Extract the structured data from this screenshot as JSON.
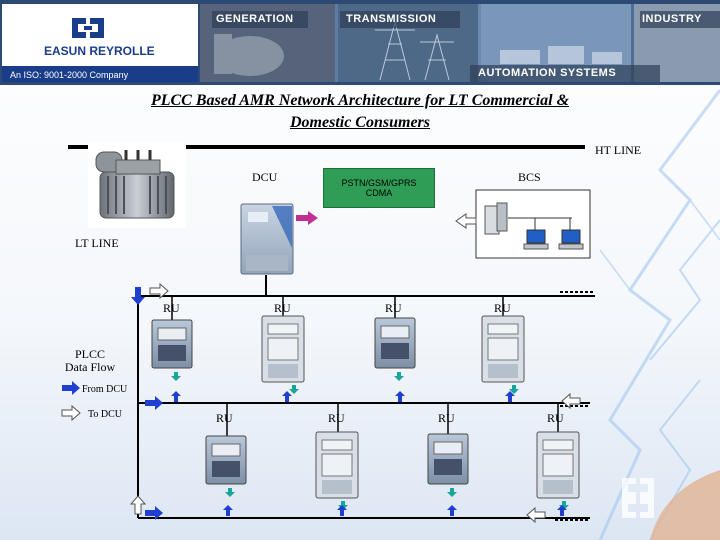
{
  "header": {
    "company": "EASUN REYROLLE",
    "iso": "An ISO: 9001-2000 Company",
    "banners": [
      "GENERATION",
      "TRANSMISSION",
      "INDUSTRY",
      "AUTOMATION SYSTEMS"
    ]
  },
  "diagram": {
    "title_line1": "PLCC Based AMR Network Architecture for LT Commercial &",
    "title_line2": "Domestic Consumers",
    "ht_line": "HT LINE",
    "lt_line": "LT LINE",
    "dcu": "DCU",
    "bcs": "BCS",
    "pstn_line1": "PSTN/GSM/GPRS",
    "pstn_line2": "CDMA",
    "ru_label": "RU"
  },
  "legend": {
    "title_line1": "PLCC",
    "title_line2": "Data Flow",
    "from_dcu": "From DCU",
    "to_dcu": "To DCU"
  },
  "colors": {
    "from_arrow": "#1f3fd1",
    "to_arrow": "#ffffff",
    "pstn_box": "#2f9d55"
  }
}
